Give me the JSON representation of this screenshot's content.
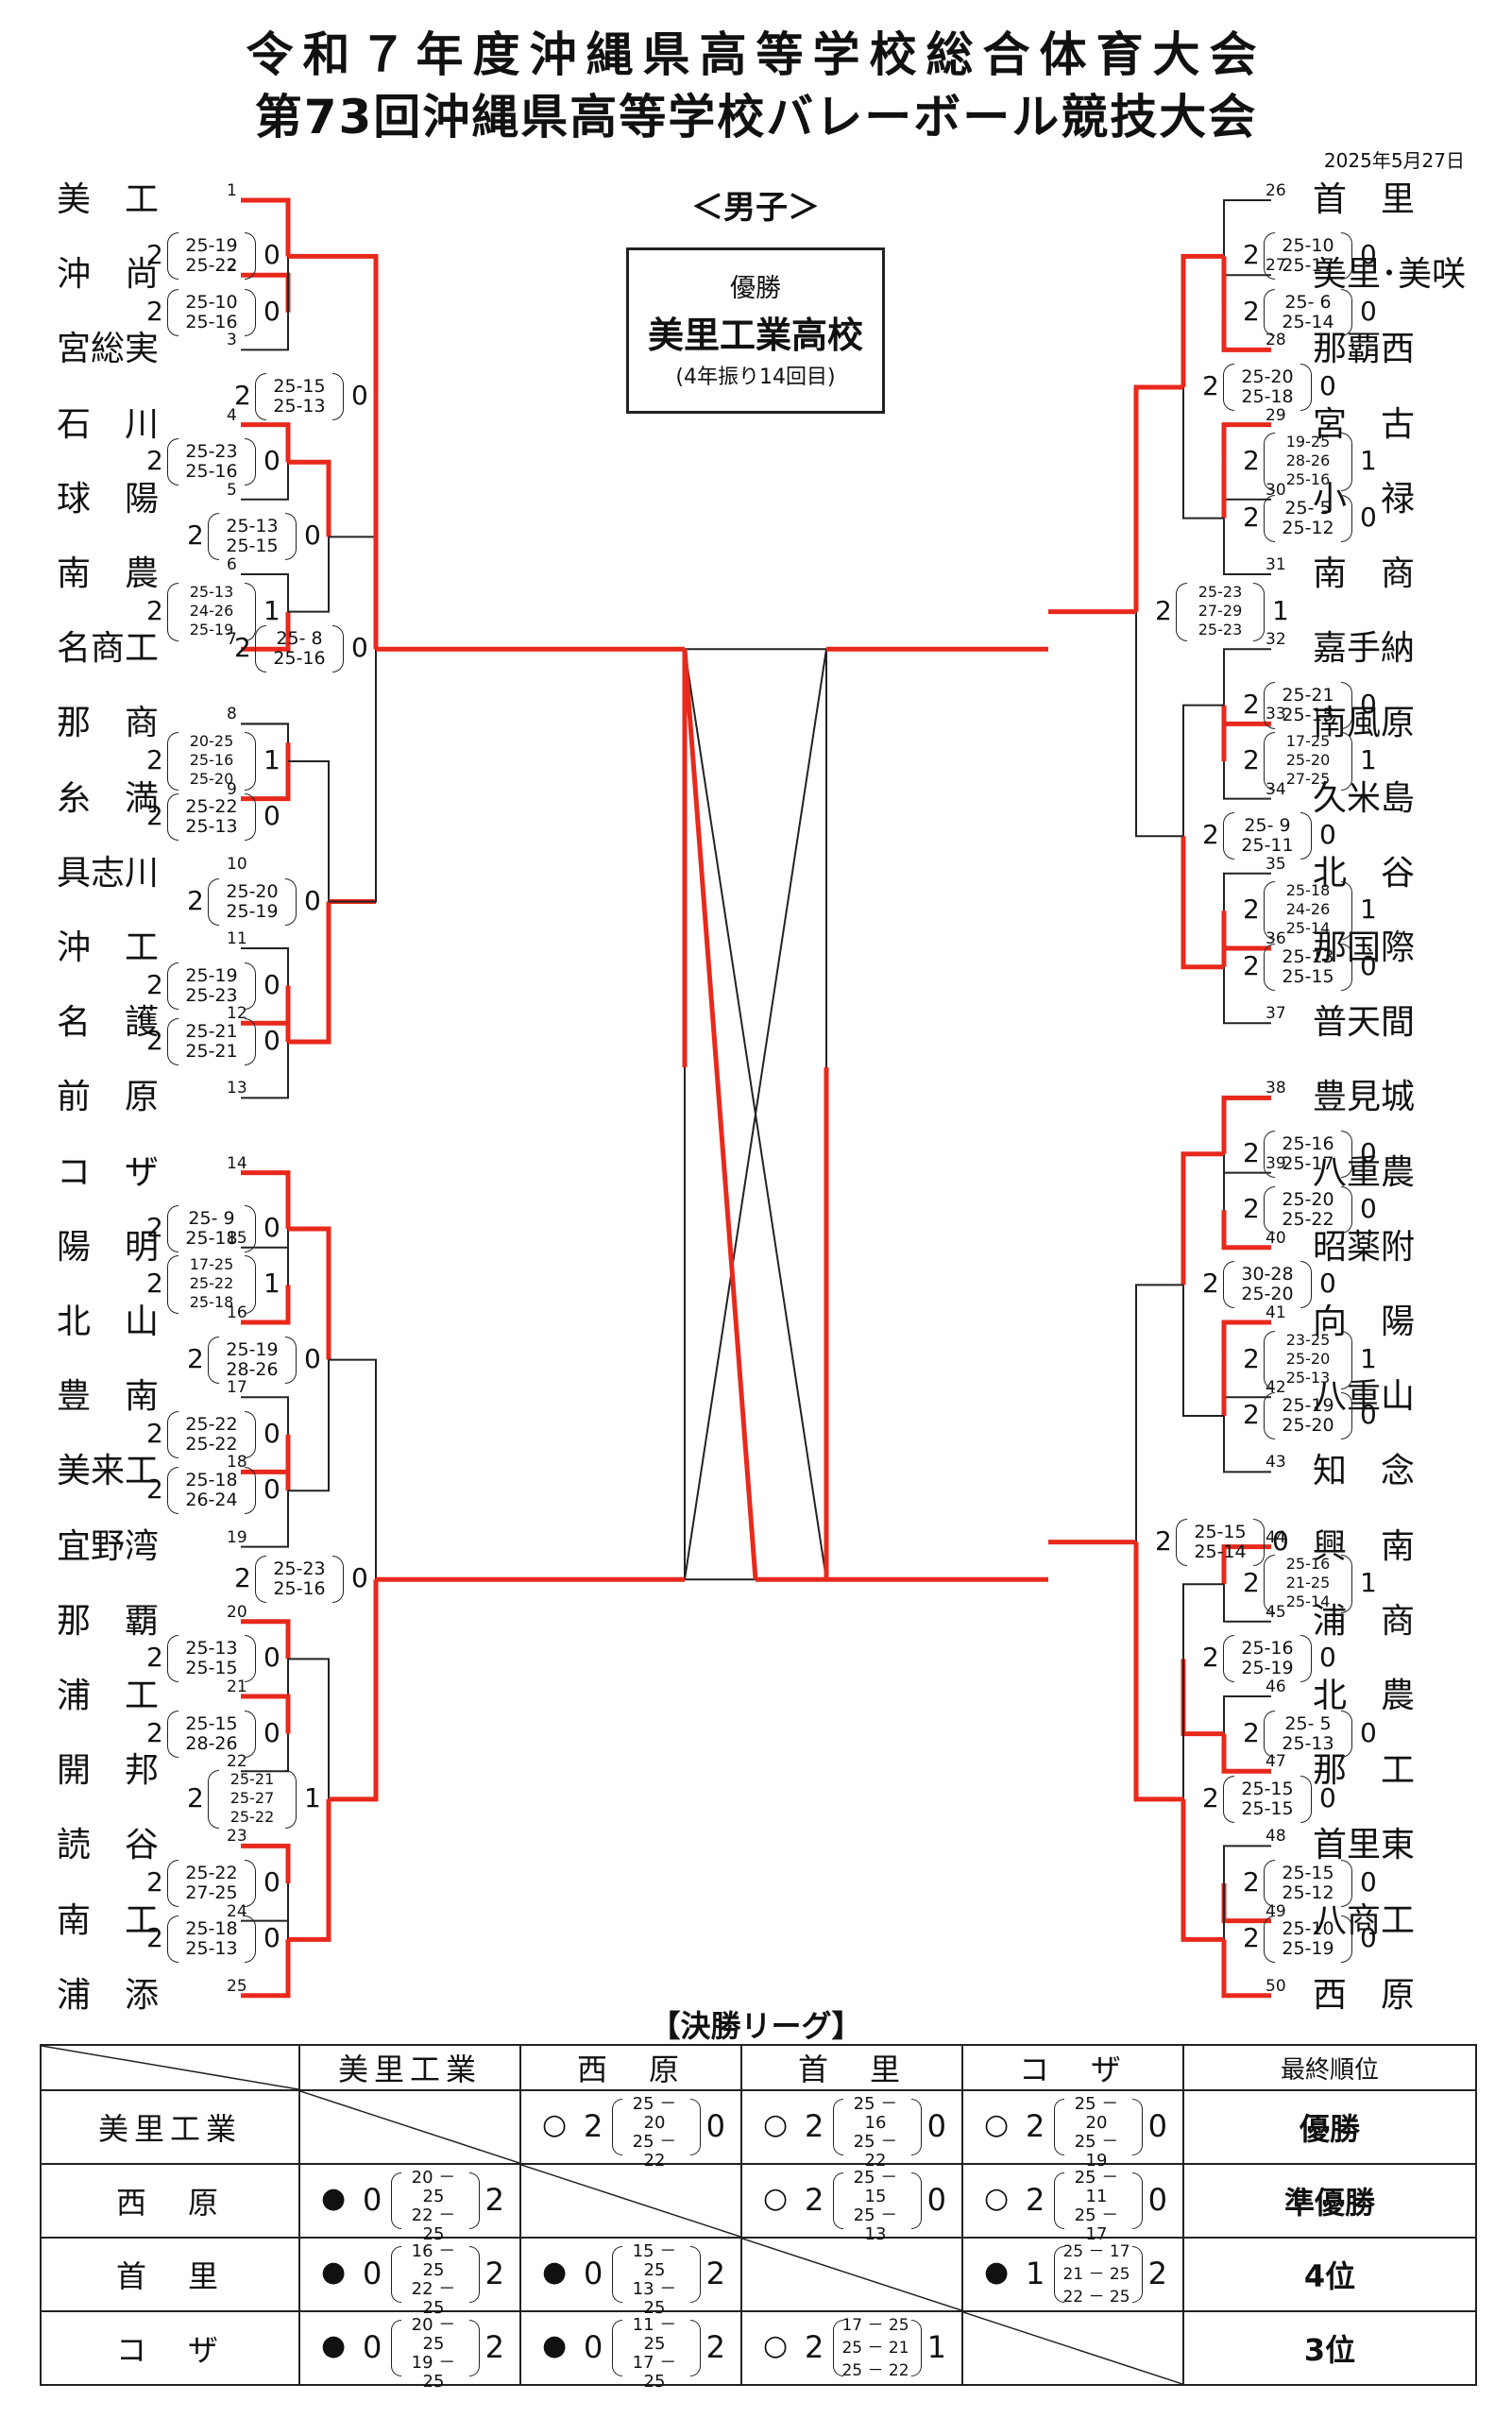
{
  "header": {
    "title1": "令和７年度沖縄県高等学校総合体育大会",
    "title2": "第73回沖縄県高等学校バレーボール競技大会",
    "date": "2025年5月27日",
    "gender": "＜男子＞",
    "champion_label": "優勝",
    "champion_name": "美里工業高校",
    "champion_note": "(4年振り14回目)"
  },
  "left_teams": [
    "美　工",
    "沖　尚",
    "宮総実",
    "石　川",
    "球　陽",
    "南　農",
    "名商工",
    "那　商",
    "糸　満",
    "具志川",
    "沖　工",
    "名　護",
    "前　原",
    "コ　ザ",
    "陽　明",
    "北　山",
    "豊　南",
    "美来工",
    "宜野湾",
    "那　覇",
    "浦　工",
    "開　邦",
    "読　谷",
    "南　工",
    "浦　添"
  ],
  "right_teams": [
    "首　里",
    "美里･美咲",
    "那覇西",
    "宮　古",
    "小　禄",
    "南　商",
    "嘉手納",
    "南風原",
    "久米島",
    "北　谷",
    "那国際",
    "普天間",
    "豊見城",
    "八重農",
    "昭薬附",
    "向　陽",
    "八重山",
    "知　念",
    "興　南",
    "浦　商",
    "北　農",
    "那　工",
    "首里東",
    "八商工",
    "西　原"
  ],
  "left_seeds": [
    "1",
    "2",
    "3",
    "4",
    "5",
    "6",
    "7",
    "8",
    "9",
    "10",
    "11",
    "12",
    "13",
    "14",
    "15",
    "16",
    "17",
    "18",
    "19",
    "20",
    "21",
    "22",
    "23",
    "24",
    "25"
  ],
  "right_seeds": [
    "26",
    "27",
    "28",
    "29",
    "30",
    "31",
    "32",
    "33",
    "34",
    "35",
    "36",
    "37",
    "38",
    "39",
    "40",
    "41",
    "42",
    "43",
    "44",
    "45",
    "46",
    "47",
    "48",
    "49",
    "50"
  ],
  "matches": [
    {
      "w": "2",
      "l": "0",
      "sets": [
        "25-19",
        "25-22"
      ]
    },
    {
      "w": "2",
      "l": "0",
      "sets": [
        "25-10",
        "25-16"
      ]
    },
    {
      "w": "2",
      "l": "0",
      "sets": [
        "25-15",
        "25-13"
      ]
    },
    {
      "w": "2",
      "l": "0",
      "sets": [
        "25-23",
        "25-16"
      ]
    },
    {
      "w": "2",
      "l": "0",
      "sets": [
        "25-13",
        "25-15"
      ]
    },
    {
      "w": "2",
      "l": "1",
      "sets": [
        "25-13",
        "24-26",
        "25-19"
      ]
    },
    {
      "w": "2",
      "l": "0",
      "sets": [
        "25- 8",
        "25-16"
      ]
    },
    {
      "w": "2",
      "l": "0",
      "sets": [
        "25-22",
        "25-13"
      ]
    },
    {
      "w": "2",
      "l": "1",
      "sets": [
        "20-25",
        "25-16",
        "25-20"
      ]
    },
    {
      "w": "2",
      "l": "0",
      "sets": [
        "25-20",
        "25-19"
      ]
    },
    {
      "w": "2",
      "l": "0",
      "sets": [
        "25-19",
        "25-23"
      ]
    },
    {
      "w": "2",
      "l": "0",
      "sets": [
        "25-21",
        "25-21"
      ]
    },
    {
      "w": "2",
      "l": "0",
      "sets": [
        "25- 9",
        "25-18"
      ]
    },
    {
      "w": "2",
      "l": "1",
      "sets": [
        "17-25",
        "25-22",
        "25-18"
      ]
    },
    {
      "w": "2",
      "l": "0",
      "sets": [
        "25-19",
        "28-26"
      ]
    },
    {
      "w": "2",
      "l": "0",
      "sets": [
        "25-22",
        "25-22"
      ]
    },
    {
      "w": "2",
      "l": "0",
      "sets": [
        "25-18",
        "26-24"
      ]
    },
    {
      "w": "2",
      "l": "0",
      "sets": [
        "25-23",
        "25-16"
      ]
    },
    {
      "w": "2",
      "l": "0",
      "sets": [
        "25-13",
        "25-15"
      ]
    },
    {
      "w": "2",
      "l": "0",
      "sets": [
        "25-15",
        "28-26"
      ]
    },
    {
      "w": "2",
      "l": "1",
      "sets": [
        "25-21",
        "25-27",
        "25-22"
      ]
    },
    {
      "w": "2",
      "l": "0",
      "sets": [
        "25-22",
        "27-25"
      ]
    },
    {
      "w": "2",
      "l": "0",
      "sets": [
        "25-18",
        "25-13"
      ]
    },
    {
      "w": "2",
      "l": "0",
      "sets": [
        "25-10",
        "25-17"
      ]
    },
    {
      "w": "2",
      "l": "0",
      "sets": [
        "25- 6",
        "25-14"
      ]
    },
    {
      "w": "2",
      "l": "0",
      "sets": [
        "25-20",
        "25-18"
      ]
    },
    {
      "w": "2",
      "l": "1",
      "sets": [
        "19-25",
        "28-26",
        "25-16"
      ]
    },
    {
      "w": "2",
      "l": "0",
      "sets": [
        "25- 5",
        "25-12"
      ]
    },
    {
      "w": "2",
      "l": "1",
      "sets": [
        "25-23",
        "27-29",
        "25-23"
      ]
    },
    {
      "w": "2",
      "l": "0",
      "sets": [
        "25-21",
        "25-15"
      ]
    },
    {
      "w": "2",
      "l": "1",
      "sets": [
        "17-25",
        "25-20",
        "27-25"
      ]
    },
    {
      "w": "2",
      "l": "0",
      "sets": [
        "25- 9",
        "25-11"
      ]
    },
    {
      "w": "2",
      "l": "1",
      "sets": [
        "25-18",
        "24-26",
        "25-14"
      ]
    },
    {
      "w": "2",
      "l": "0",
      "sets": [
        "25-13",
        "25-15"
      ]
    },
    {
      "w": "2",
      "l": "0",
      "sets": [
        "25-16",
        "25-17"
      ]
    },
    {
      "w": "2",
      "l": "0",
      "sets": [
        "25-20",
        "25-22"
      ]
    },
    {
      "w": "2",
      "l": "0",
      "sets": [
        "30-28",
        "25-20"
      ]
    },
    {
      "w": "2",
      "l": "1",
      "sets": [
        "23-25",
        "25-20",
        "25-13"
      ]
    },
    {
      "w": "2",
      "l": "0",
      "sets": [
        "25-19",
        "25-20"
      ]
    },
    {
      "w": "2",
      "l": "0",
      "sets": [
        "25-15",
        "25-14"
      ]
    },
    {
      "w": "2",
      "l": "1",
      "sets": [
        "25-16",
        "21-25",
        "25-14"
      ]
    },
    {
      "w": "2",
      "l": "0",
      "sets": [
        "25-16",
        "25-19"
      ]
    },
    {
      "w": "2",
      "l": "0",
      "sets": [
        "25- 5",
        "25-13"
      ]
    },
    {
      "w": "2",
      "l": "0",
      "sets": [
        "25-15",
        "25-15"
      ]
    },
    {
      "w": "2",
      "l": "0",
      "sets": [
        "25-15",
        "25-12"
      ]
    },
    {
      "w": "2",
      "l": "0",
      "sets": [
        "25-10",
        "25-19"
      ]
    }
  ],
  "league": {
    "title": "【決勝リーグ】",
    "columns": [
      "美里工業",
      "西　原",
      "首　里",
      "コ　ザ"
    ],
    "rank_header": "最終順位",
    "rows": [
      {
        "name": "美里工業",
        "rank": "優勝",
        "cells": [
          null,
          {
            "mark": "○",
            "w": "2",
            "sets": [
              "25 － 20",
              "25 － 22"
            ],
            "l": "0"
          },
          {
            "mark": "○",
            "w": "2",
            "sets": [
              "25 － 16",
              "25 － 22"
            ],
            "l": "0"
          },
          {
            "mark": "○",
            "w": "2",
            "sets": [
              "25 － 20",
              "25 － 19"
            ],
            "l": "0"
          }
        ]
      },
      {
        "name": "西　原",
        "rank": "準優勝",
        "cells": [
          {
            "mark": "●",
            "w": "0",
            "sets": [
              "20 － 25",
              "22 － 25"
            ],
            "l": "2"
          },
          null,
          {
            "mark": "○",
            "w": "2",
            "sets": [
              "25 － 15",
              "25 － 13"
            ],
            "l": "0"
          },
          {
            "mark": "○",
            "w": "2",
            "sets": [
              "25 － 11",
              "25 － 17"
            ],
            "l": "0"
          }
        ]
      },
      {
        "name": "首　里",
        "rank": "4位",
        "cells": [
          {
            "mark": "●",
            "w": "0",
            "sets": [
              "16 － 25",
              "22 － 25"
            ],
            "l": "2"
          },
          {
            "mark": "●",
            "w": "0",
            "sets": [
              "15 － 25",
              "13 － 25"
            ],
            "l": "2"
          },
          null,
          {
            "mark": "●",
            "w": "1",
            "sets": [
              "25 － 17",
              "21 － 25",
              "22 － 25"
            ],
            "l": "2"
          }
        ]
      },
      {
        "name": "コ　ザ",
        "rank": "3位",
        "cells": [
          {
            "mark": "●",
            "w": "0",
            "sets": [
              "20 － 25",
              "19 － 25"
            ],
            "l": "2"
          },
          {
            "mark": "●",
            "w": "0",
            "sets": [
              "11 － 25",
              "17 － 25"
            ],
            "l": "2"
          },
          {
            "mark": "○",
            "w": "2",
            "sets": [
              "17 － 25",
              "25 － 21",
              "25 － 22"
            ],
            "l": "1"
          },
          null
        ]
      }
    ]
  },
  "colors": {
    "win_line": "#e8291c",
    "line": "#222222"
  }
}
